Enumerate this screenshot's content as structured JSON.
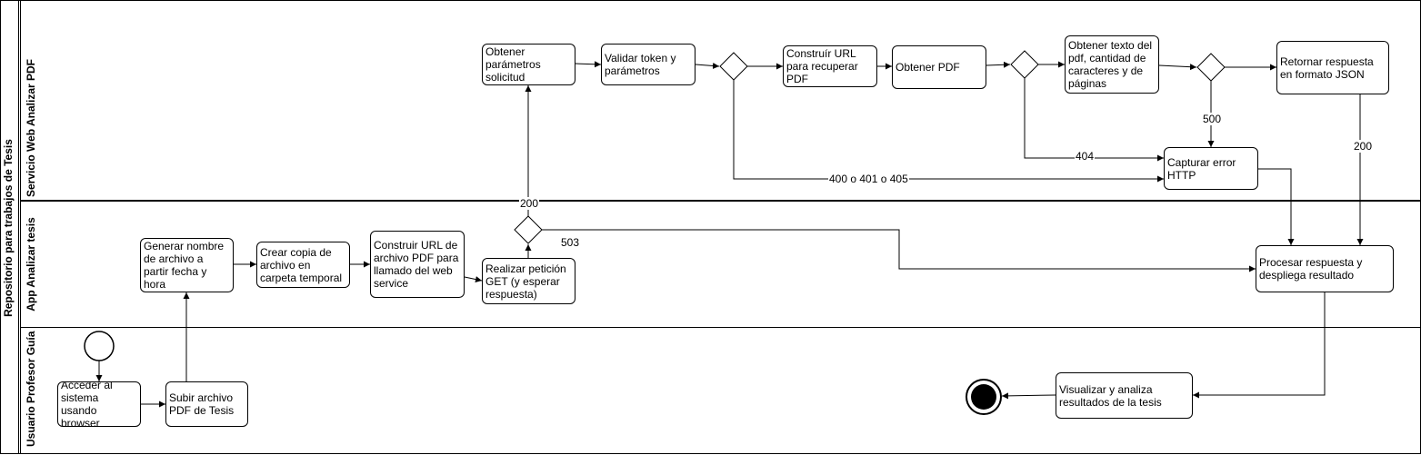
{
  "pool": {
    "title": "Repositorio para trabajos de Tesis"
  },
  "lanes": {
    "web_service": "Servicio Web Analizar PDF",
    "app": "App Analizar tesis",
    "user": "Usuario Profesor Guía"
  },
  "nodes": {
    "acceder": "Acceder al sistema usando browser",
    "subir": "Subir archivo PDF de Tesis",
    "generar": "Generar nombre de archivo a partir fecha y hora",
    "crear_copia": "Crear copia de archivo en carpeta temporal",
    "construir_url_ws": "Construir URL de archivo PDF para llamado del web service",
    "realizar_peticion": "Realizar petición GET (y esperar respuesta)",
    "obtener_parametros": "Obtener parámetros solicitud",
    "validar_token": "Validar token y parámetros",
    "construir_url_pdf": "Construír URL para recuperar PDF",
    "obtener_pdf": "Obtener PDF",
    "obtener_texto": "Obtener texto del pdf, cantidad de caracteres y de páginas",
    "retornar": "Retornar respuesta en formato JSON",
    "capturar_error": "Capturar error HTTP",
    "procesar": "Procesar respuesta y despliega resultado",
    "visualizar": "Visualizar y analiza resultados de la tesis"
  },
  "edge_labels": {
    "ok_200_top": "200",
    "err_503": "503",
    "err_400": "400 o 401 o 405",
    "err_404": "404",
    "err_500": "500",
    "ok_200_right": "200"
  }
}
